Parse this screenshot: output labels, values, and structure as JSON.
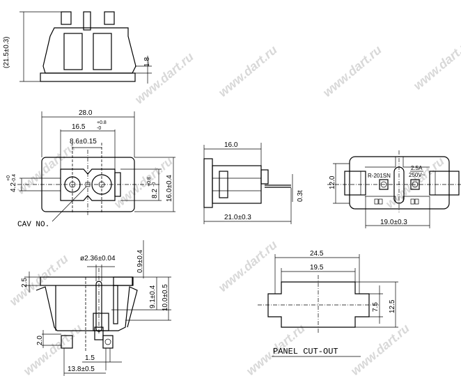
{
  "watermark": "www.dart.ru",
  "top_view": {
    "height_dim": "(21.5±0.3)",
    "flange_dim": "1.8"
  },
  "front_view": {
    "width_dim": "28.0",
    "inner_width_dim": "16.5",
    "inner_width_tol_plus": "+0.8",
    "inner_width_tol_minus": "-0",
    "pin_pitch_dim": "8.6±0.15",
    "slot_dim": "4.2",
    "slot_tol_plus": "+0",
    "slot_tol_minus": "-0.4",
    "inner_height_dim": "8.2",
    "inner_height_tol_plus": "+0.8",
    "inner_height_tol_minus": "-0",
    "height_dim": "16.0±0.4",
    "cav_label": "CAV NO."
  },
  "side_view": {
    "depth_dim": "16.0",
    "thickness_dim": "0.3t",
    "length_dim": "21.0±0.3"
  },
  "rear_view": {
    "height_dim": "12.0",
    "model": "R-201SN",
    "current": "2.5A",
    "voltage": "250V~",
    "width_dim": "19.0±0.3"
  },
  "section_view": {
    "pin_dia_dim": "ø2.36±0.04",
    "top_gap_dim": "0.9±0.4",
    "flange_dim": "2.5",
    "pin_height_dim": "9.1±0.4",
    "body_height_dim": "10.0±0.5",
    "terminal_dim": "2.0",
    "terminal_width_dim": "1.5",
    "terminal_span_dim": "13.8±0.5"
  },
  "panel_cutout": {
    "outer_width_dim": "24.5",
    "inner_width_dim": "19.5",
    "inner_height_dim": "7.5",
    "outer_height_dim": "12.5",
    "title": "PANEL CUT-OUT"
  }
}
